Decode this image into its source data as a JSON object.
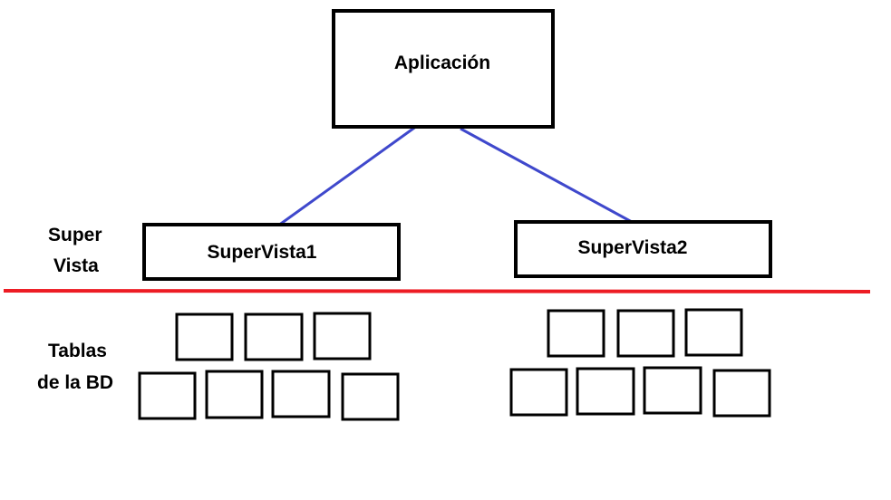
{
  "diagram": {
    "app_box": {
      "label": "Aplicación"
    },
    "views": [
      {
        "label": "SuperVista1"
      },
      {
        "label": "SuperVista2"
      }
    ],
    "side_labels": {
      "layer_super_line1": "Super",
      "layer_super_line2": "Vista",
      "layer_tables_line1": "Tablas",
      "layer_tables_line2": "de la BD"
    },
    "tables_per_view": [
      7,
      7
    ]
  },
  "colors": {
    "box_border": "#000000",
    "connector": "#3f48cc",
    "divider": "#ed1c24"
  }
}
